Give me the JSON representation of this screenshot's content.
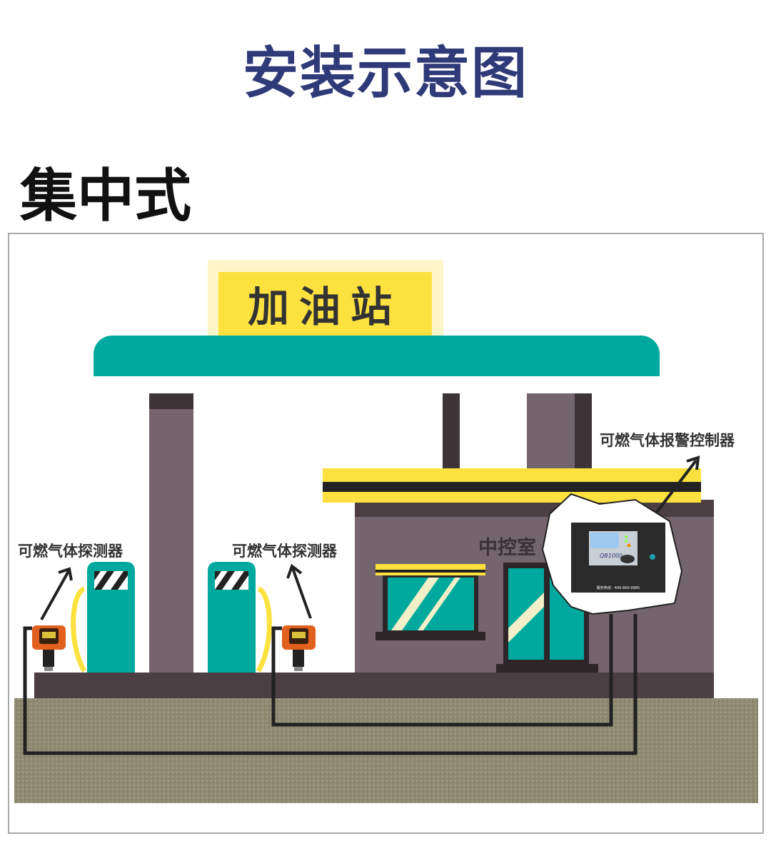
{
  "header": {
    "title": "安装示意图",
    "subtitle": "集中式"
  },
  "scene": {
    "sign": "加油站",
    "control_room": "中控室",
    "detector_label_left": "可燃气体探测器",
    "detector_label_right": "可燃气体探测器",
    "controller_label": "可燃气体报警控制器",
    "controller_model": "QB1000",
    "controller_hotline": "服务热线：400-660-0985"
  },
  "colors": {
    "title": "#2f3a78",
    "canopy": "#00a99d",
    "sign": "#fde23f",
    "building": "#74646d",
    "ground": "#8f8b72",
    "detector": "#e2601e"
  }
}
